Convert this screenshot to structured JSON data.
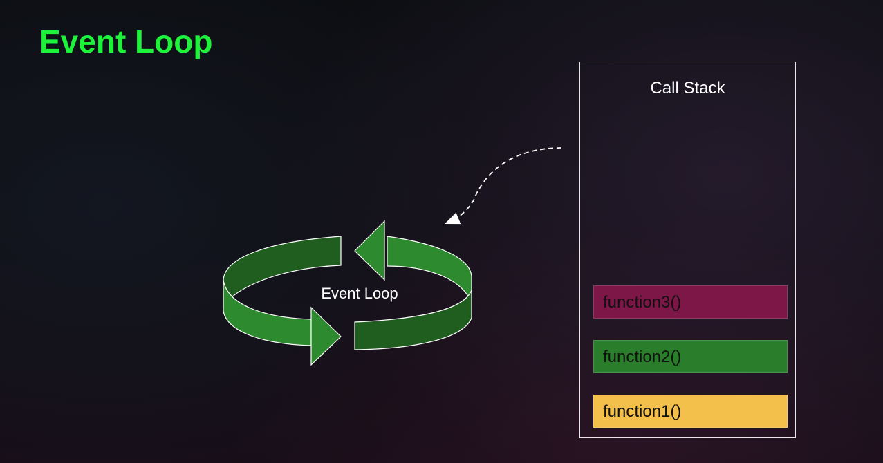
{
  "slide": {
    "title": "Event Loop"
  },
  "event_loop": {
    "label": "Event Loop",
    "icon": "circular-arrows-icon",
    "color": "#2e8a2e"
  },
  "call_stack": {
    "title": "Call Stack",
    "frames": [
      {
        "label": "function3()",
        "color": "#7d1747"
      },
      {
        "label": "function2()",
        "color": "#2a7d2a"
      },
      {
        "label": "function1()",
        "color": "#f4c04c"
      }
    ]
  },
  "colors": {
    "title": "#1ef23a",
    "text": "#ffffff",
    "border": "#e8e8e8"
  }
}
